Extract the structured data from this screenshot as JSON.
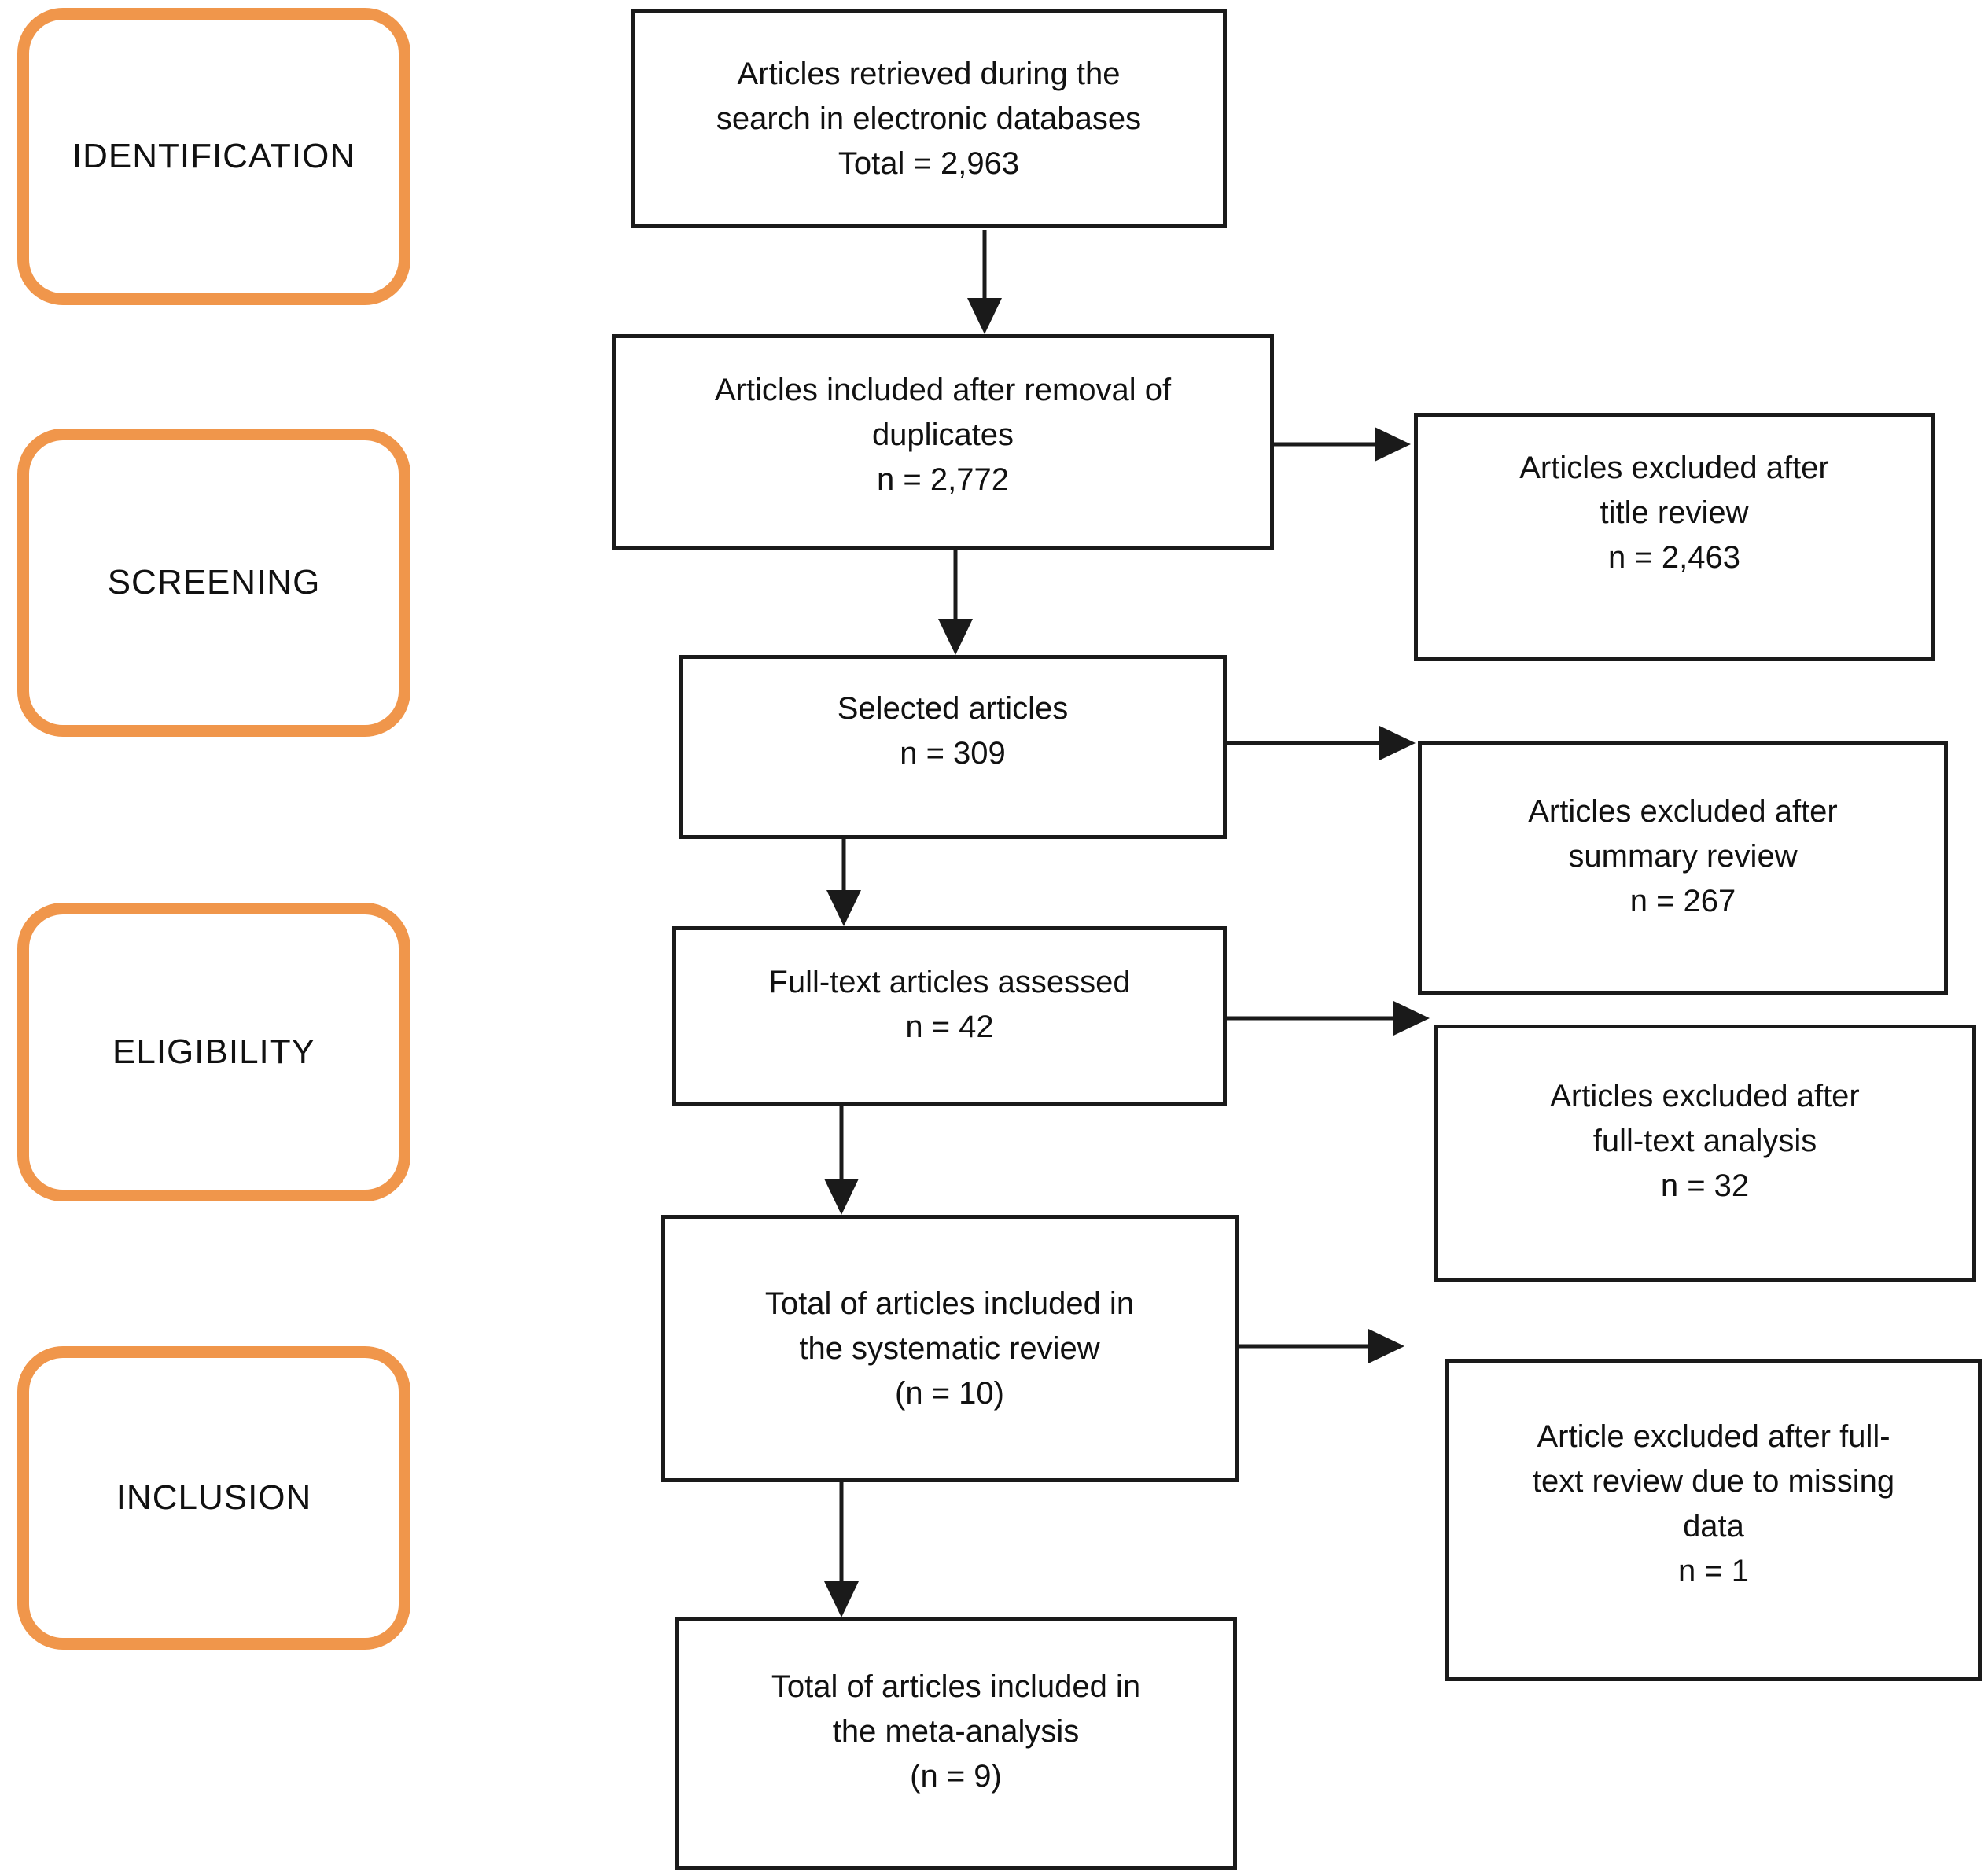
{
  "stages": [
    {
      "label": "IDENTIFICATION"
    },
    {
      "label": "SCREENING"
    },
    {
      "label": "ELIGIBILITY"
    },
    {
      "label": "INCLUSION"
    }
  ],
  "flow": [
    {
      "lines": [
        "Articles retrieved during the",
        "search in electronic databases",
        "Total = 2,963"
      ]
    },
    {
      "lines": [
        "Articles included after removal of",
        "duplicates",
        "n = 2,772"
      ]
    },
    {
      "lines": [
        "Selected articles",
        "n = 309"
      ]
    },
    {
      "lines": [
        "Full-text articles assessed",
        "n = 42"
      ]
    },
    {
      "lines": [
        "Total of articles included in",
        "the systematic review",
        "(n = 10)"
      ]
    },
    {
      "lines": [
        "Total of articles included in",
        "the meta-analysis",
        "(n = 9)"
      ]
    }
  ],
  "exclusions": [
    {
      "lines": [
        "Articles excluded after",
        "title review",
        "n = 2,463"
      ]
    },
    {
      "lines": [
        "Articles excluded after",
        "summary review",
        "n = 267"
      ]
    },
    {
      "lines": [
        "Articles excluded after",
        "full-text analysis",
        "n = 32"
      ]
    },
    {
      "lines": [
        "Article excluded after full-",
        "text review due to missing",
        "data",
        "n = 1"
      ]
    }
  ],
  "colors": {
    "stage_border": "#F0964B",
    "box_border": "#1A1A1A",
    "text": "#111111",
    "background": "#FFFFFF"
  }
}
